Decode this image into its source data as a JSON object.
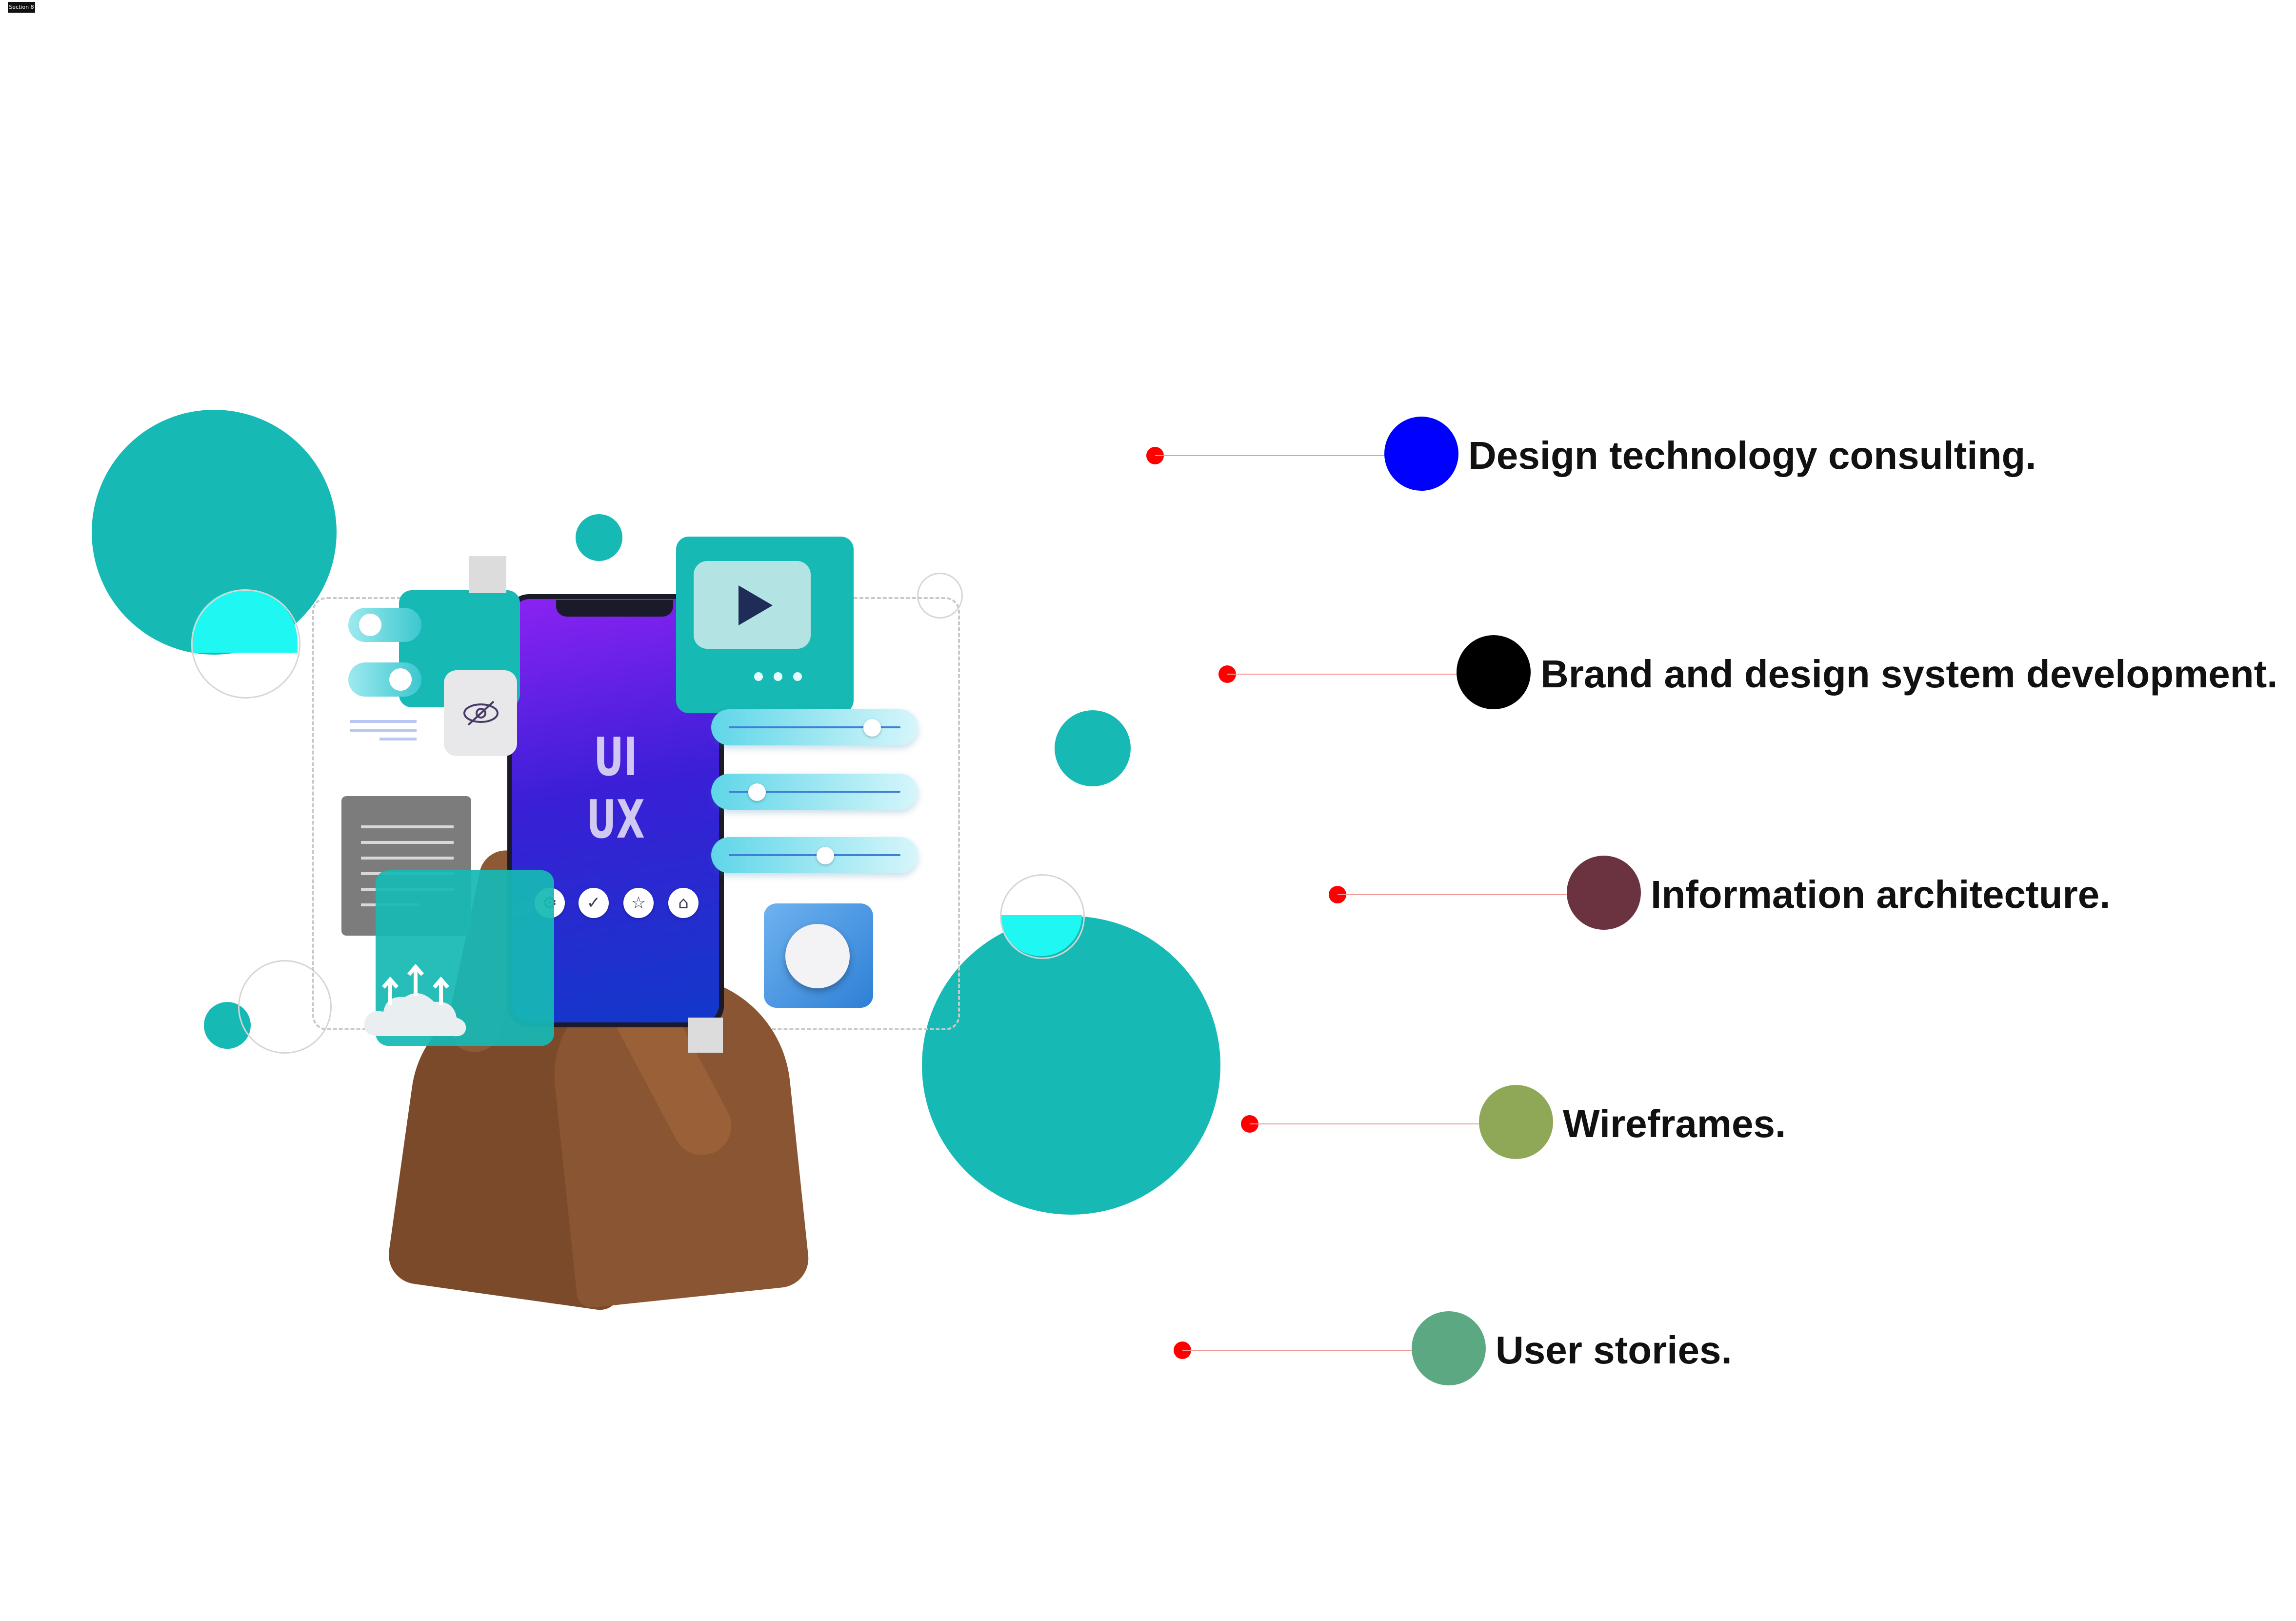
{
  "section_tag": "Section 8",
  "illustration": {
    "phone_text_line1": "UI",
    "phone_text_line2": "UX"
  },
  "services": [
    {
      "label": "Design technology consulting.",
      "color": "#0000ff"
    },
    {
      "label": "Brand and design system development.",
      "color": "#000000"
    },
    {
      "label": "Information architecture.",
      "color": "#6b3340"
    },
    {
      "label": "Wireframes.",
      "color": "#8fa857"
    },
    {
      "label": "User stories.",
      "color": "#5ca883"
    }
  ],
  "colors": {
    "teal": "#17b9b5",
    "cyan": "#1ff7f3",
    "connector_dot": "#ff0000",
    "connector_line": "#f29a9a"
  }
}
